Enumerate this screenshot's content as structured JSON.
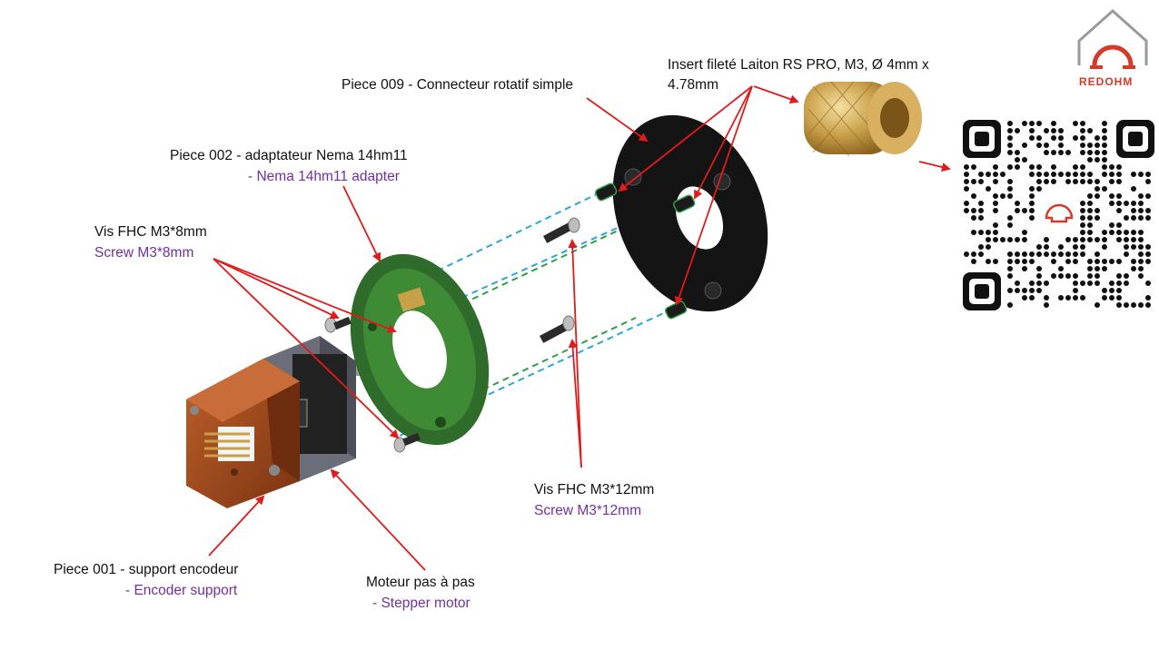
{
  "colors": {
    "arrow": "#e01b1b",
    "english": "#7030a0",
    "cyan_dash": "#2aa6d8",
    "green_dash": "#2e9e4a",
    "adapter_green": "#2f6b2a",
    "connector_black": "#141414",
    "encoder_copper": "#a34a1e",
    "motor_gray": "#6b6e78",
    "brass": "#c9a04a",
    "logo_red": "#d63a2a"
  },
  "labels": {
    "insert_fr_line1": "Insert fileté Laiton RS PRO, M3, Ø 4mm x",
    "insert_fr_line2": "4.78mm",
    "piece009_fr": "Piece 009 - Connecteur rotatif simple",
    "piece002_fr": "Piece 002 - adaptateur Nema 14hm11",
    "piece002_en": "-  Nema 14hm11 adapter",
    "vis8_fr": "Vis FHC M3*8mm",
    "vis8_en": "Screw M3*8mm",
    "vis12_fr": "Vis FHC M3*12mm",
    "vis12_en": "Screw M3*12mm",
    "piece001_fr": "Piece 001 - support encodeur",
    "piece001_en": "- Encoder support",
    "motor_fr": "Moteur pas à pas",
    "motor_en": "- Stepper motor"
  },
  "logo": {
    "text": "REDOHM",
    "icon": "omega-house-icon"
  },
  "qr": {
    "icon": "qr-code-icon"
  }
}
